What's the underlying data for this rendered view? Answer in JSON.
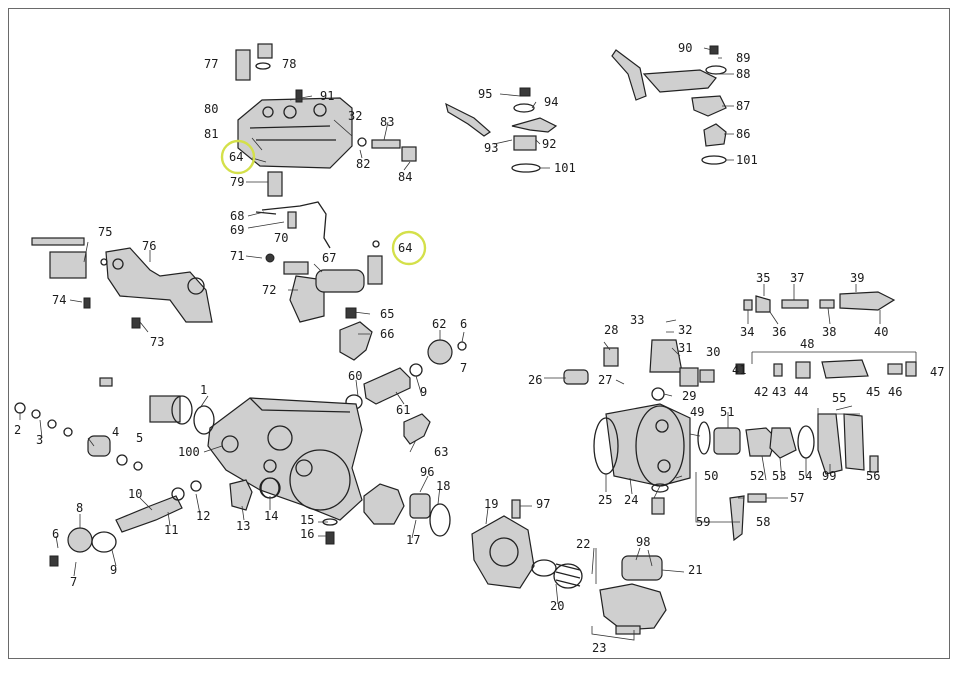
{
  "diagram": {
    "highlight_color": "#d4e04a",
    "labels": [
      "77",
      "78",
      "91",
      "80",
      "81",
      "32",
      "83",
      "82",
      "84",
      "64",
      "79",
      "68",
      "69",
      "70",
      "64",
      "71",
      "67",
      "72",
      "75",
      "76",
      "74",
      "73",
      "65",
      "66",
      "62",
      "6",
      "7",
      "60",
      "61",
      "9",
      "63",
      "95",
      "94",
      "93",
      "92",
      "101",
      "90",
      "89",
      "88",
      "87",
      "86",
      "101",
      "35",
      "37",
      "39",
      "34",
      "36",
      "38",
      "40",
      "33",
      "32",
      "28",
      "31",
      "30",
      "26",
      "27",
      "29",
      "48",
      "41",
      "42",
      "43",
      "44",
      "45",
      "46",
      "47",
      "49",
      "51",
      "50",
      "52",
      "53",
      "54",
      "55",
      "99",
      "56",
      "25",
      "24",
      "57",
      "58",
      "59",
      "1",
      "100",
      "2",
      "3",
      "4",
      "5",
      "8",
      "6",
      "7",
      "9",
      "10",
      "11",
      "12",
      "13",
      "14",
      "15",
      "16",
      "17",
      "18",
      "19",
      "97",
      "96",
      "20",
      "22",
      "98",
      "21",
      "23"
    ]
  }
}
